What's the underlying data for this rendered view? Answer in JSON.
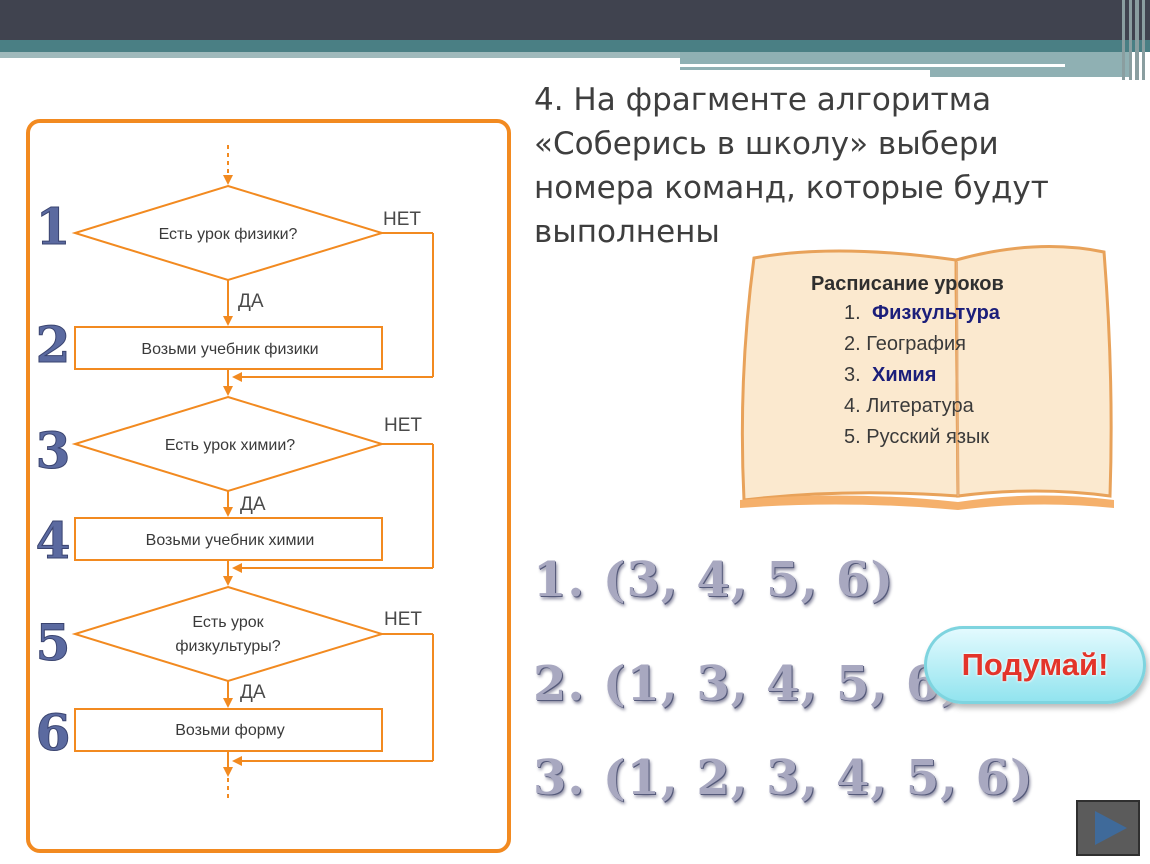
{
  "question": {
    "lines": [
      "4. На фрагменте алгоритма",
      "«Соберись в школу» выбери",
      "номера команд, которые будут",
      "выполнены"
    ]
  },
  "flowchart": {
    "step_numbers": [
      "1",
      "2",
      "3",
      "4",
      "5",
      "6"
    ],
    "decision1": "Есть урок физики?",
    "action2": "Возьми учебник физики",
    "decision3": "Есть урок химии?",
    "action4": "Возьми учебник химии",
    "decision5_line1": "Есть урок",
    "decision5_line2": "физкультуры?",
    "action6": "Возьми форму",
    "yes": "ДА",
    "no": "НЕТ"
  },
  "schedule": {
    "title": "Расписание уроков",
    "items": [
      "1.",
      "Физкультура",
      "2. География",
      "3.",
      "Химия",
      "4. Литература",
      "5. Русский язык"
    ]
  },
  "answers": [
    "1. (3, 4, 5, 6)",
    "2. (1, 3, 4, 5, 6)",
    "3. (1, 2, 3, 4, 5, 6)"
  ],
  "hint_button": "Подумай!",
  "colors": {
    "flow_orange": "#f28a20",
    "step_number": "#5b6aa0",
    "answer_text": "#a8a8c0",
    "hint_red": "#e3342a"
  },
  "icons": {
    "next": "play-triangle-icon"
  }
}
